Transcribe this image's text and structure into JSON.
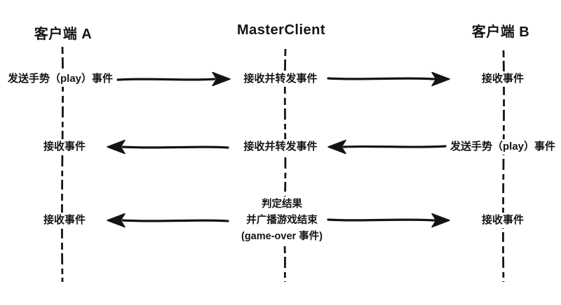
{
  "colors": {
    "background": "#ffffff",
    "ink": "#141414"
  },
  "actors": [
    {
      "id": "client-a",
      "label": "客户端 A"
    },
    {
      "id": "master-client",
      "label": "MasterClient"
    },
    {
      "id": "client-b",
      "label": "客户端 B"
    }
  ],
  "rows": [
    {
      "left": "发送手势（play）事件",
      "center": "接收并转发事件",
      "right": "接收事件"
    },
    {
      "left": "接收事件",
      "center": "接收并转发事件",
      "right": "发送手势（play）事件"
    },
    {
      "left": "接收事件",
      "center_lines": [
        "判定结果",
        "并广播游戏结束",
        "(game-over 事件)"
      ],
      "right": "接收事件"
    }
  ]
}
